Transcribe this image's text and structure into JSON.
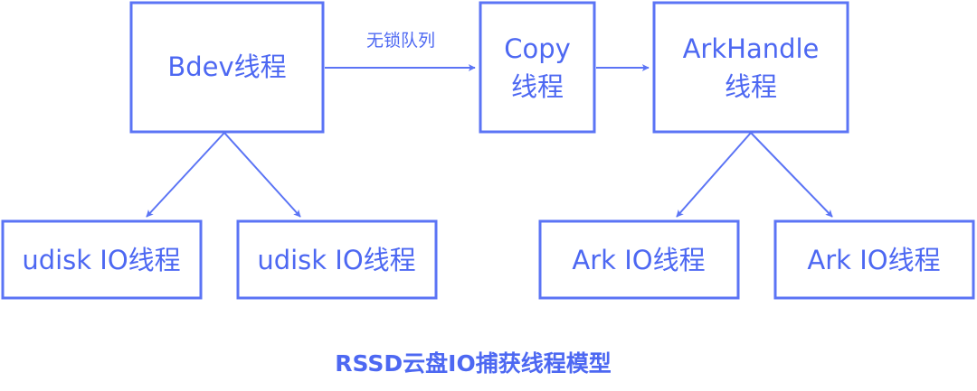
{
  "nodes": {
    "bdev": {
      "lines": [
        "Bdev线程"
      ]
    },
    "copy": {
      "lines": [
        "Copy",
        "线程"
      ]
    },
    "arkhandle": {
      "lines": [
        "ArkHandle",
        "线程"
      ]
    },
    "udisk1": {
      "lines": [
        "udisk IO线程"
      ]
    },
    "udisk2": {
      "lines": [
        "udisk IO线程"
      ]
    },
    "ark1": {
      "lines": [
        "Ark IO线程"
      ]
    },
    "ark2": {
      "lines": [
        "Ark IO线程"
      ]
    }
  },
  "edges": {
    "bdev_copy": {
      "label": "无锁队列"
    }
  },
  "caption": "RSSD云盘IO捕获线程模型",
  "colors": {
    "stroke": "#5b74f5",
    "text": "#4d68f2"
  }
}
